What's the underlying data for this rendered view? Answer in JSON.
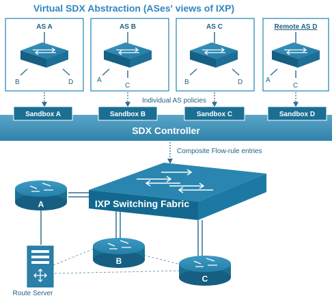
{
  "title": "Virtual SDX Abstraction (ASes' views of IXP)",
  "as_views": [
    {
      "label": "AS A",
      "ports": [
        "B",
        "D"
      ]
    },
    {
      "label": "AS B",
      "ports": [
        "A",
        "C"
      ]
    },
    {
      "label": "AS C",
      "ports": [
        "B",
        "D"
      ]
    },
    {
      "label": "Remote AS D",
      "ports": [
        "A",
        "C"
      ]
    }
  ],
  "sandboxes": [
    "Sandbox A",
    "Sandbox B",
    "Sandbox C",
    "Sandbox D"
  ],
  "policies_label": "Individual AS policies",
  "controller_label": "SDX Controller",
  "flow_label": "Composite Flow-rule entries",
  "fabric_label": "IXP Switching Fabric",
  "routers": [
    "A",
    "B",
    "C"
  ],
  "route_server_label": "Route Server",
  "colors": {
    "title": "#2e86c1",
    "panel_border": "#2f8ab8",
    "switch_top": "#2a7fa6",
    "switch_side": "#1d6689",
    "sandbox": "#1a6f93",
    "controller": "#3d8fb4",
    "fabric_top": "#2a86b0",
    "fabric_front": "#13688f",
    "router": "#1f7aa3",
    "line": "#2f6f8f",
    "dashed": "#6a9cb8"
  }
}
